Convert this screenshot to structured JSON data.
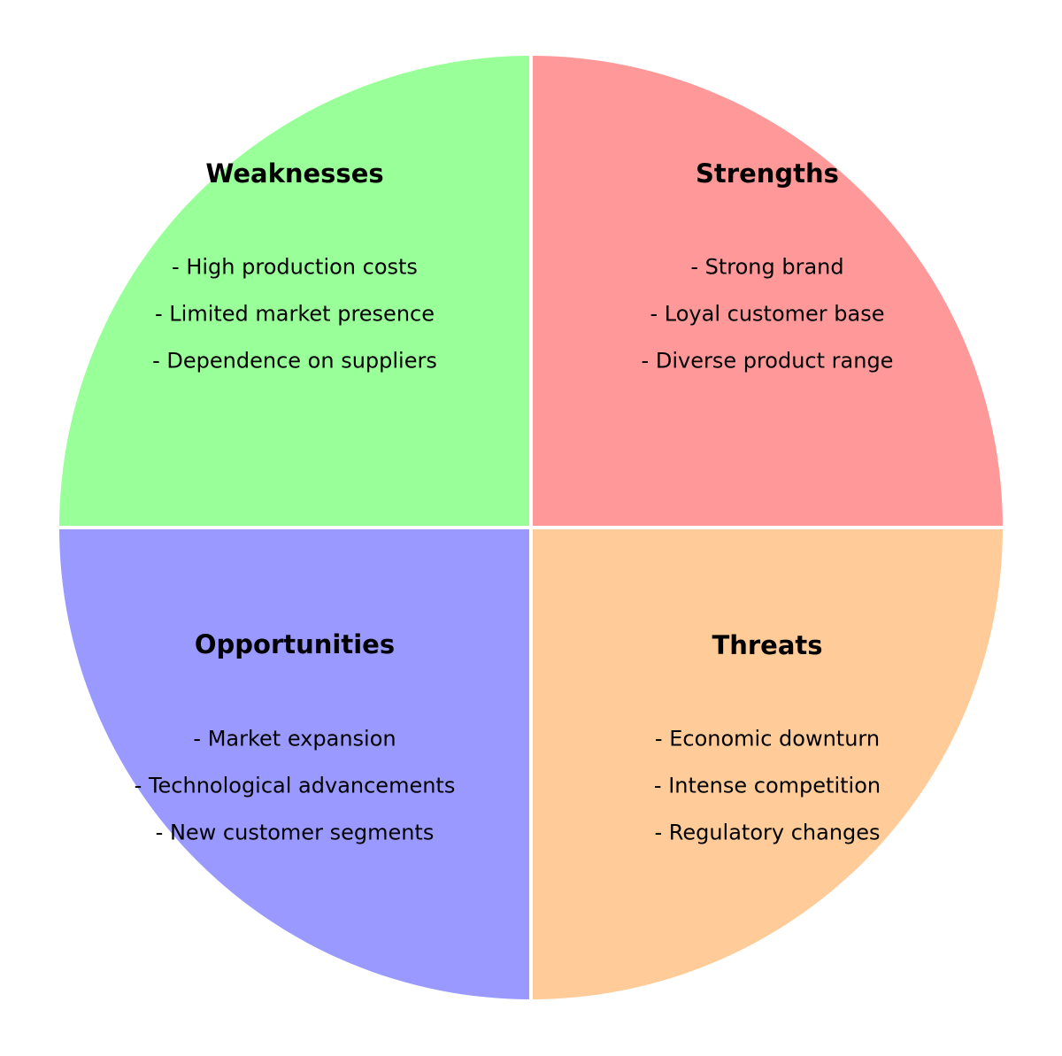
{
  "diagram": {
    "type": "swot-quadrant-circle",
    "background_color": "#ffffff",
    "divider_color": "#ffffff",
    "text_color": "#000000",
    "quadrants": [
      {
        "id": "weaknesses",
        "position": "top-left",
        "title": "Weaknesses",
        "color": "#99ff99",
        "items": [
          "- High production costs",
          "- Limited market presence",
          "- Dependence on suppliers"
        ]
      },
      {
        "id": "strengths",
        "position": "top-right",
        "title": "Strengths",
        "color": "#ff9999",
        "items": [
          "- Strong brand",
          "- Loyal customer base",
          "- Diverse product range"
        ]
      },
      {
        "id": "opportunities",
        "position": "bottom-left",
        "title": "Opportunities",
        "color": "#9999ff",
        "items": [
          "- Market expansion",
          "- Technological advancements",
          "- New customer segments"
        ]
      },
      {
        "id": "threats",
        "position": "bottom-right",
        "title": "Threats",
        "color": "#ffcc99",
        "items": [
          "- Economic downturn",
          "- Intense competition",
          "- Regulatory changes"
        ]
      }
    ]
  }
}
